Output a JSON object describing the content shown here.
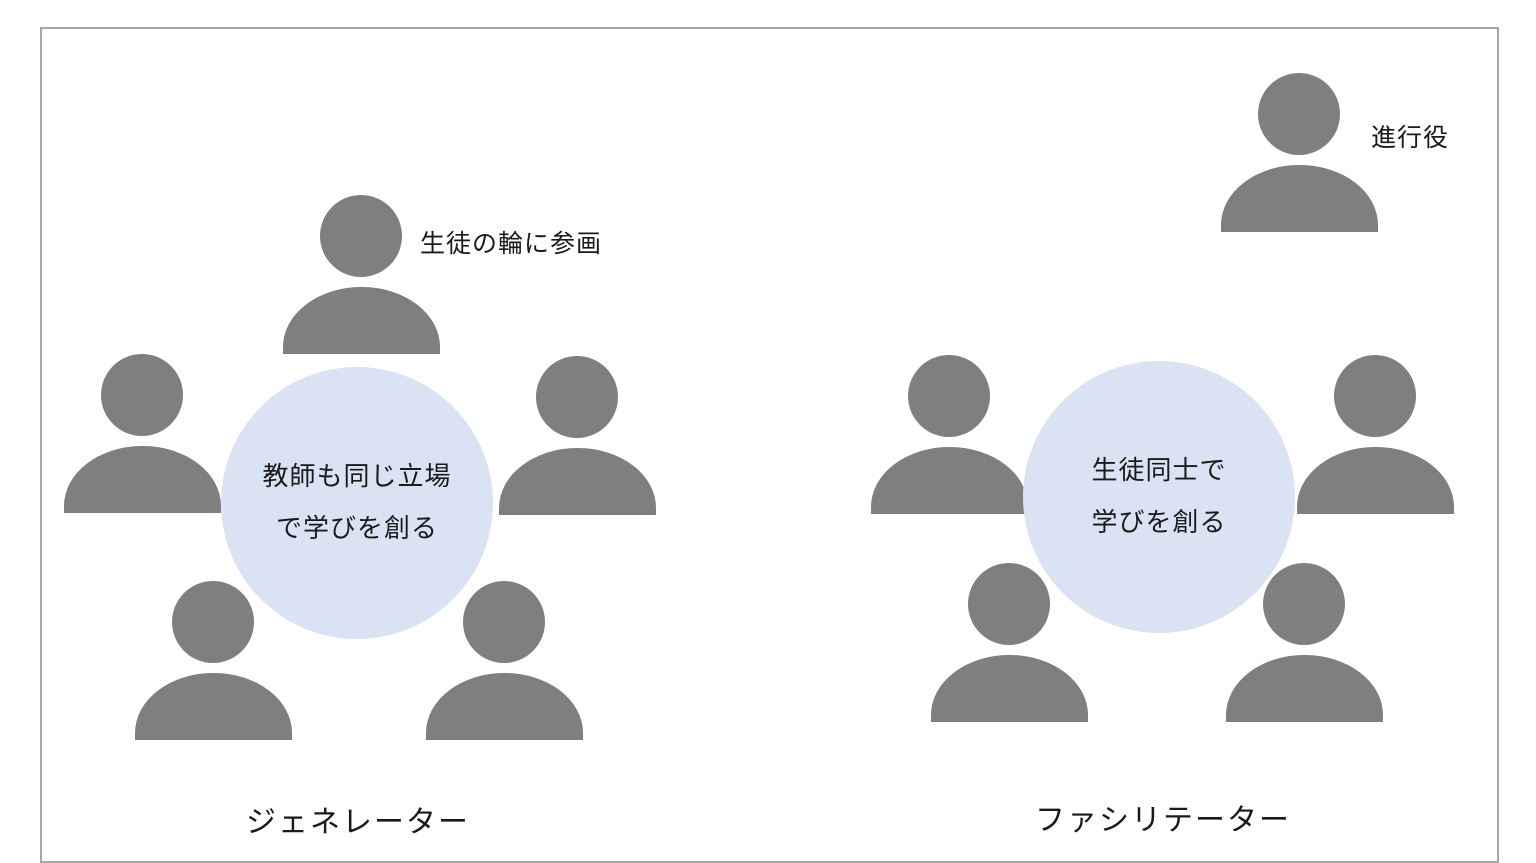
{
  "colors": {
    "person": "#7f7f7f",
    "circle": "#dae3f3",
    "frame_border": "#a6a6a6",
    "text": "#1a1a1a"
  },
  "left_diagram": {
    "circle_lines": [
      "教師も同じ立場",
      "で学びを創る"
    ],
    "teacher_label": "生徒の輪に参画",
    "caption": "ジェネレーター",
    "people_count": 5
  },
  "right_diagram": {
    "circle_lines": [
      "生徒同士で",
      "学びを創る"
    ],
    "facilitator_label": "進行役",
    "caption": "ファシリテーター",
    "people_count": 5
  }
}
